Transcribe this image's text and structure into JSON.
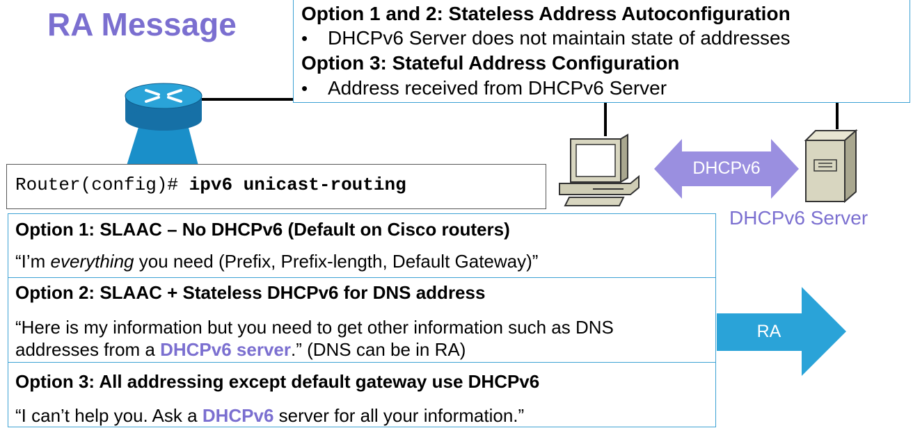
{
  "title": "RA Message",
  "info_box": {
    "line1": "Option 1 and 2: Stateless Address Autoconfiguration",
    "bullet1": "DHCPv6 Server does not maintain state of addresses",
    "line2": "Option 3: Stateful Address Configuration",
    "bullet2": "Address received from DHCPv6 Server",
    "bullet_char": "•"
  },
  "command": {
    "prompt": "Router(config)# ",
    "text": "ipv6 unicast-routing"
  },
  "options": {
    "opt1_title": "Option 1: SLAAC – No DHCPv6 (Default on Cisco routers)",
    "opt1_pre": "“I’m ",
    "opt1_em": "everything",
    "opt1_post": " you need (Prefix, Prefix-length, Default Gateway)”",
    "opt2_title": "Option 2: SLAAC + Stateless DHCPv6 for DNS address",
    "opt2_line1": "“Here is my information but you need to get other information such as DNS",
    "opt2_line2_pre": "addresses from a ",
    "opt2_line2_hl": "DHCPv6 server",
    "opt2_line2_post": ".” (DNS can be in RA)",
    "opt3_title": "Option 3: All addressing except default gateway use DHCPv6",
    "opt3_pre": "“I can’t help you. Ask a ",
    "opt3_hl": "DHCPv6",
    "opt3_post": " server for all your information.”"
  },
  "arrows": {
    "dhcp_label": "DHCPv6",
    "ra_label": "RA"
  },
  "server_label": "DHCPv6 Server",
  "colors": {
    "accent_purple": "#7b6fd0",
    "border_blue": "#3aa0d3",
    "router_blue": "#1a8fc9",
    "ra_arrow": "#2aa3d8",
    "dhcp_arrow": "#9a8fe0"
  }
}
